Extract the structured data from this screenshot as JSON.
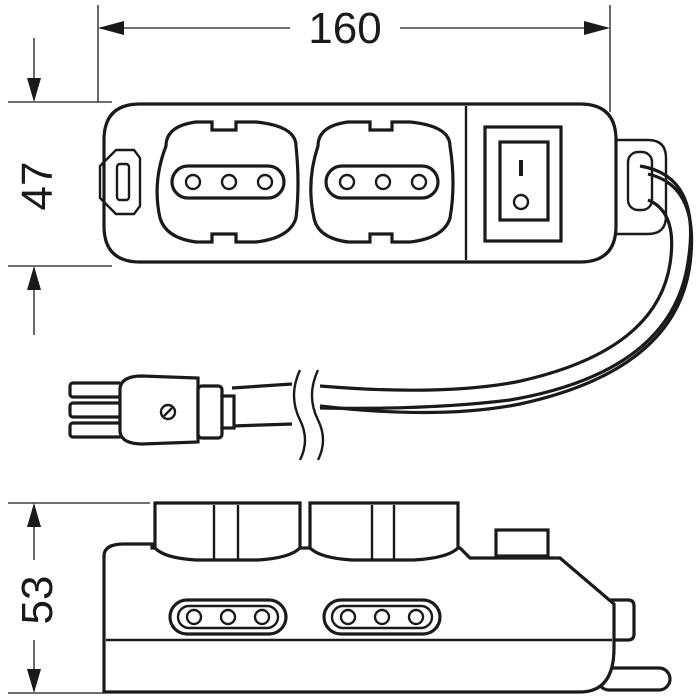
{
  "dimensions": {
    "width": "160",
    "height": "47",
    "depth": "53"
  },
  "colors": {
    "line": "#1a1a1a",
    "background": "#ffffff"
  },
  "views": {
    "top_view": {
      "sockets": 2,
      "switch": "rocker-switch-icon"
    },
    "side_view": {
      "sockets": 2
    },
    "plug": "three-pin-plug-icon"
  }
}
